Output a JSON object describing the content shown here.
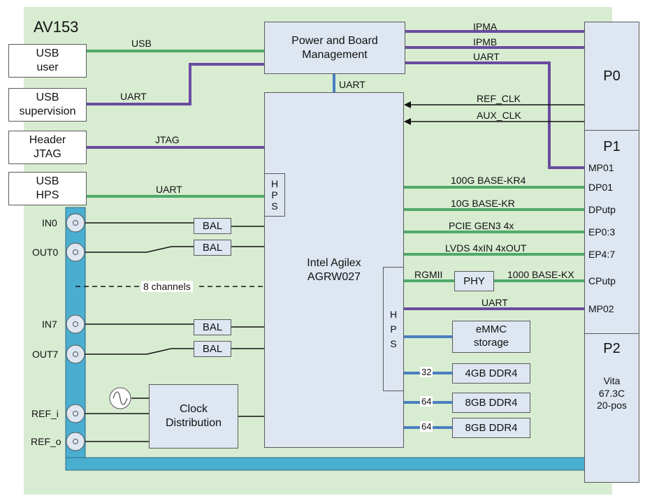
{
  "board": {
    "title": "AV153"
  },
  "left_boxes": [
    {
      "label": "USB\nuser"
    },
    {
      "label": "USB\nsupervision"
    },
    {
      "label": "Header\nJTAG"
    },
    {
      "label": "USB\nHPS"
    }
  ],
  "pbm": {
    "label": "Power and Board\nManagement"
  },
  "fpga": {
    "label": "Intel Agilex\nAGRW027",
    "hps_top": "H\nP\nS",
    "hps_right": "H\nP\nS"
  },
  "clock": {
    "label": "Clock\nDistribution"
  },
  "connectors": [
    {
      "name": "P0"
    },
    {
      "name": "P1"
    },
    {
      "name": "P2",
      "desc": "Vita\n67.3C\n20-pos"
    }
  ],
  "links": {
    "usb": "USB",
    "uart_sup": "UART",
    "jtag": "JTAG",
    "uart_hps": "UART",
    "uart_mid": "UART",
    "ipma": "IPMA",
    "ipmb": "IPMB",
    "uart_p0": "UART",
    "ref_clk": "REF_CLK",
    "aux_clk": "AUX_CLK",
    "kr4": "100G BASE-KR4",
    "kr": "10G BASE-KR",
    "pcie": "PCIE GEN3 4x",
    "lvds": "LVDS 4xIN 4xOUT",
    "rgmii": "RGMII",
    "kx": "1000 BASE-KX",
    "uart_mp02": "UART"
  },
  "pins": [
    "MP01",
    "DP01",
    "DPutp",
    "EP0:3",
    "EP4:7",
    "CPutp",
    "MP02"
  ],
  "ios": [
    "IN0",
    "OUT0",
    "IN7",
    "OUT7",
    "REF_i",
    "REF_o"
  ],
  "bal": [
    "BAL",
    "BAL",
    "BAL",
    "BAL"
  ],
  "channels_label": "8 channels",
  "phy": "PHY",
  "emmc": "eMMC\nstorage",
  "mem": [
    {
      "width": "32",
      "label": "4GB DDR4"
    },
    {
      "width": "64",
      "label": "8GB DDR4"
    },
    {
      "width": "64",
      "label": "8GB DDR4"
    }
  ],
  "colors": {
    "board": "#d8ecd1",
    "box": "#dde6f1",
    "green": "#4faa6a",
    "purple": "#6a4aa0",
    "blue": "#4a7ec2",
    "cyan": "#4aaed0",
    "black": "#111111"
  }
}
